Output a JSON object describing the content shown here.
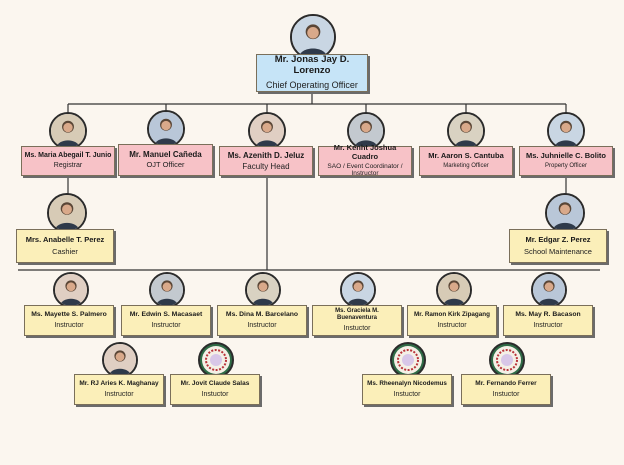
{
  "ceo": {
    "name": "Mr. Jonas Jay D. Lorenzo",
    "title": "Chief Operating Officer"
  },
  "level1": [
    {
      "name": "Ms. Maria Abegail T. Junio",
      "title": "Registrar"
    },
    {
      "name": "Mr. Manuel Cañeda",
      "title": "OJT Officer"
    },
    {
      "name": "Ms. Azenith D. Jeluz",
      "title": "Faculty Head"
    },
    {
      "name": "Mr. Kenht Joshua Cuadro",
      "title": "SAO / Event Coordinator / Instructor"
    },
    {
      "name": "Mr. Aaron S. Cantuba",
      "title": "Marketing Officer"
    },
    {
      "name": "Ms. Juhnielle C. Bolito",
      "title": "Property Officer"
    }
  ],
  "level2": [
    {
      "name": "Mrs. Anabelle T. Perez",
      "title": "Cashier"
    },
    {
      "name": "Mr. Edgar Z. Perez",
      "title": "School Maintenance"
    }
  ],
  "instructors_row1": [
    {
      "name": "Ms. Mayette S. Palmero",
      "title": "Instructor"
    },
    {
      "name": "Mr. Edwin S. Macasaet",
      "title": "Instructor"
    },
    {
      "name": "Ms. Dina M. Barcelano",
      "title": "Instructor"
    },
    {
      "name": "Ms. Graciela M. Buenaventura",
      "title": "Instuctor"
    },
    {
      "name": "Mr. Ramon Kirk Zipagang",
      "title": "Instructor"
    },
    {
      "name": "Ms. May R. Bacason",
      "title": "Instructor"
    }
  ],
  "instructors_row2": [
    {
      "name": "Mr. RJ Aries K. Maghanay",
      "title": "Instructor"
    },
    {
      "name": "Mr. Jovit Claude Salas",
      "title": "Instuctor"
    },
    {
      "name": "Ms. Rheenalyn Nicodemus",
      "title": "Instuctor"
    },
    {
      "name": "Mr. Fernando Ferrer",
      "title": "Instuctor"
    }
  ],
  "colors": {
    "pink": "#f7c2c7",
    "blue": "#c6e4f7",
    "yellow": "#fbefb9",
    "line": "#333333",
    "background": "#fbf6ef"
  }
}
